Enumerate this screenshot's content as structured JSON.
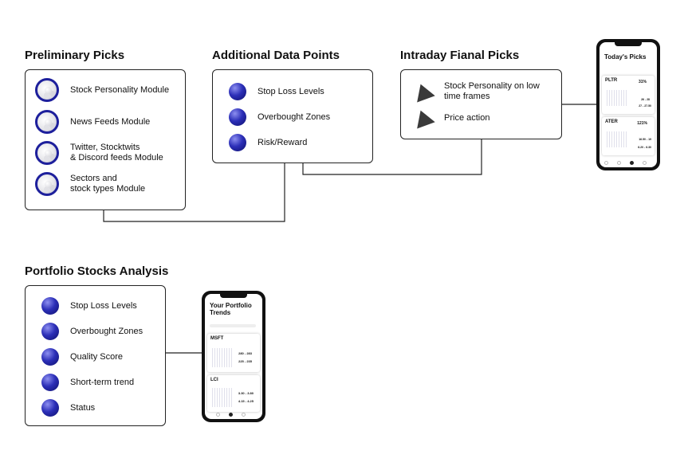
{
  "sections": {
    "preliminary": {
      "title": "Preliminary Picks",
      "items": [
        "Stock Personality Module",
        "News Feeds Module",
        "Twitter, Stocktwits\n& Discord feeds Module",
        "Sectors and\nstock types Module"
      ]
    },
    "additional": {
      "title": "Additional Data Points",
      "items": [
        "Stop Loss Levels",
        "Overbought Zones",
        "Risk/Reward"
      ]
    },
    "intraday": {
      "title": "Intraday Fianal Picks",
      "items": [
        "Stock Personality on low\ntime frames",
        "Price action"
      ]
    },
    "portfolio": {
      "title": "Portfolio Stocks Analysis",
      "items": [
        "Stop Loss Levels",
        "Overbought Zones",
        "Quality Score",
        "Short-term trend",
        "Status"
      ]
    }
  },
  "phone_picks": {
    "title": "Today's Picks",
    "cards": [
      {
        "ticker": "PLTR",
        "pct": "31%",
        "range1": "26 - 28",
        "range2": "27 - 27.50"
      },
      {
        "ticker": "ATER",
        "pct": "121%",
        "range1": "16.50 - 19",
        "range2": "6.20 - 6.30"
      }
    ]
  },
  "phone_portfolio": {
    "title": "Your Portfolio\nTrends",
    "cards": [
      {
        "ticker": "MSFT",
        "range1": "280 - 283",
        "range2": "225 - 235"
      },
      {
        "ticker": "LCI",
        "range1": "3.30 - 3.80",
        "range2": "4.15 - 4.25"
      }
    ]
  },
  "colors": {
    "sphere": "#2c2fb8",
    "ring": "#1d1f9c",
    "pyramid": "#3a3a3a",
    "line": "#222222"
  },
  "icons": {
    "preliminary": "white-cluster-ball-icon",
    "data_points": "blue-sphere-icon",
    "intraday": "dark-pyramid-icon"
  }
}
